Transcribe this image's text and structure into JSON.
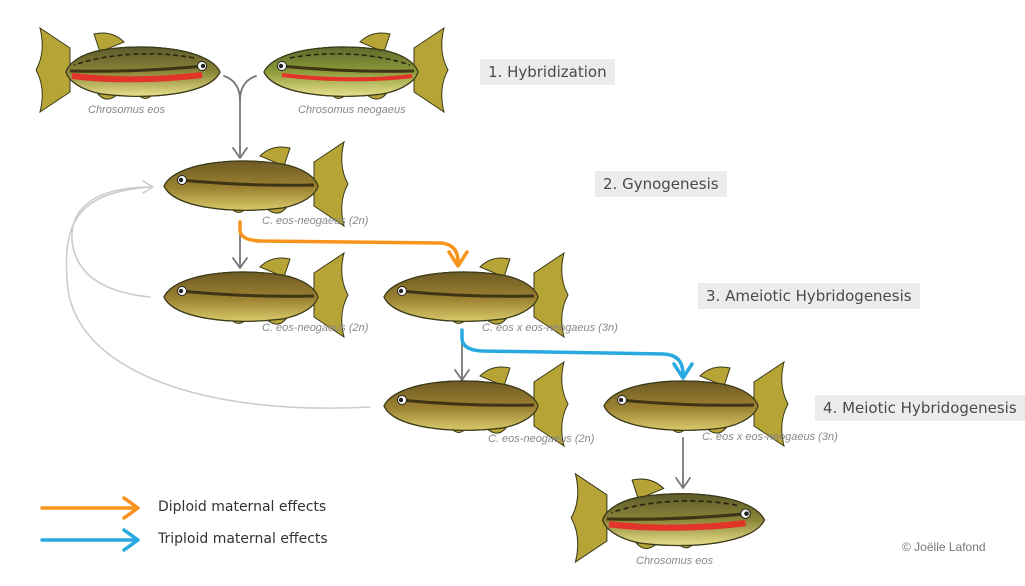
{
  "steps": [
    {
      "label": "1. Hybridization"
    },
    {
      "label": "2. Gynogenesis"
    },
    {
      "label": "3. Ameiotic Hybridogenesis"
    },
    {
      "label": "4. Meiotic Hybridogenesis"
    }
  ],
  "fish": [
    {
      "label": "Chrosomus eos",
      "kind": "eos"
    },
    {
      "label": "Chrosomus neogaeus",
      "kind": "neogaeus"
    },
    {
      "label": "C. eos-neogaeus (2n)",
      "kind": "hybrid"
    },
    {
      "label": "C. eos-neogaeus (2n)",
      "kind": "hybrid"
    },
    {
      "label": "C. eos x eos-neogaeus (3n)",
      "kind": "hybrid"
    },
    {
      "label": "C. eos-neogaeus (2n)",
      "kind": "hybrid"
    },
    {
      "label": "C. eos x eos-neogaeus (3n)",
      "kind": "hybrid"
    },
    {
      "label": "Chrosomus eos",
      "kind": "eos"
    }
  ],
  "legend": [
    {
      "label": "Diploid maternal effects",
      "color": "#f7941d"
    },
    {
      "label": "Triploid maternal effects",
      "color": "#29a9e0"
    }
  ],
  "colors": {
    "gray_arrow": "#777777",
    "light_loop": "#cccccc",
    "diploid": "#f7941d",
    "triploid": "#29a9e0"
  },
  "credit": "© Joëlle Lafond"
}
